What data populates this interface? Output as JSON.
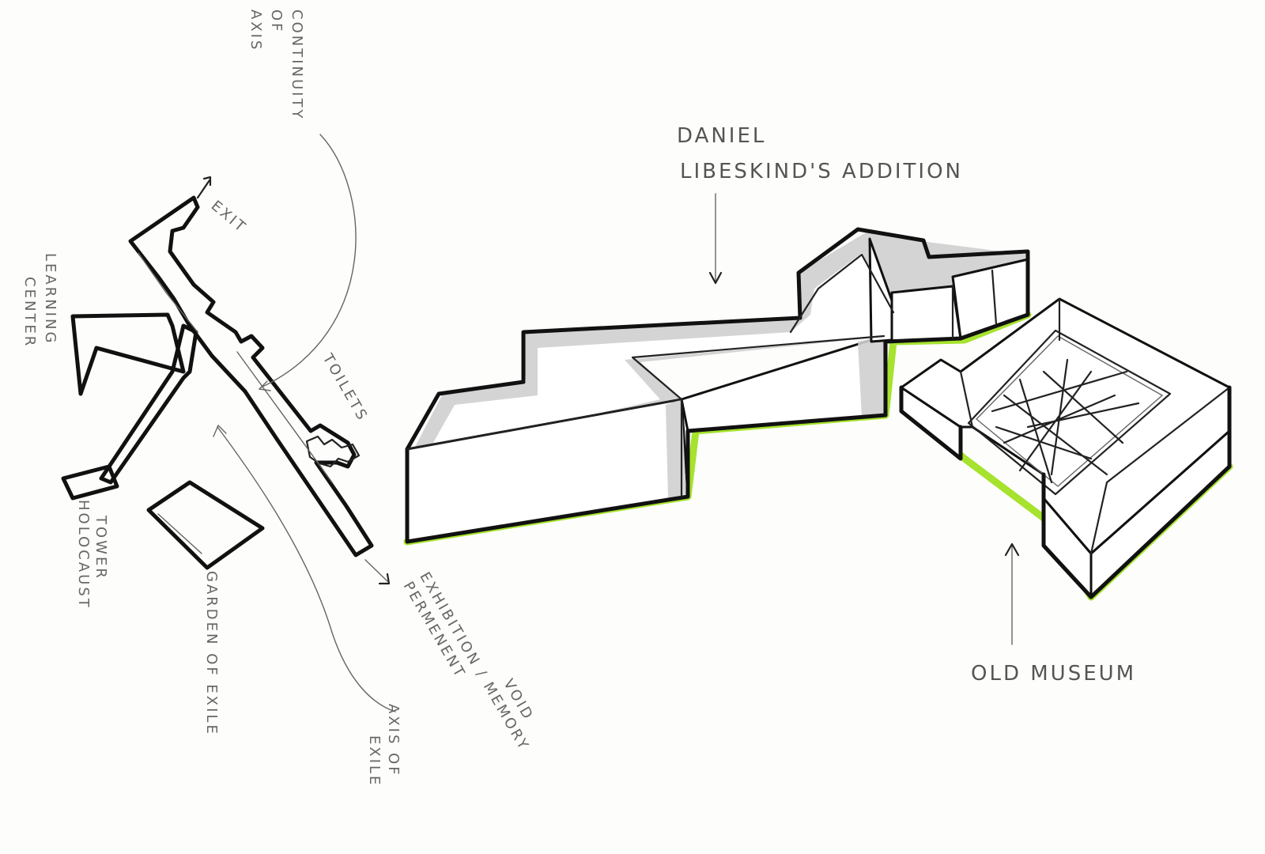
{
  "labels": {
    "axis_continuity": [
      "AXIS",
      "OF",
      "CONTINUITY"
    ],
    "exit": "EXIT",
    "learning_center": [
      "LEARNING",
      "CENTER"
    ],
    "toilets": "TOILETS",
    "holocaust_tower": [
      "HOLOCAUST",
      "TOWER"
    ],
    "garden_of_exile": "GARDEN OF EXILE",
    "permanent_exhibition": [
      "PERMENENT",
      "EXHIBITION / MEMORY",
      "VOID"
    ],
    "axis_of_exile": [
      "AXIS OF",
      "EXILE"
    ],
    "libeskind_addition": [
      "DANIEL",
      "LIBESKIND'S ADDITION"
    ],
    "old_museum": "OLD MUSEUM"
  },
  "colors": {
    "ink": "#111111",
    "shade": "#cfcfcf",
    "ground_highlight": "#a6e22e",
    "pencil": "#666666",
    "paper": "#fdfdfb"
  }
}
